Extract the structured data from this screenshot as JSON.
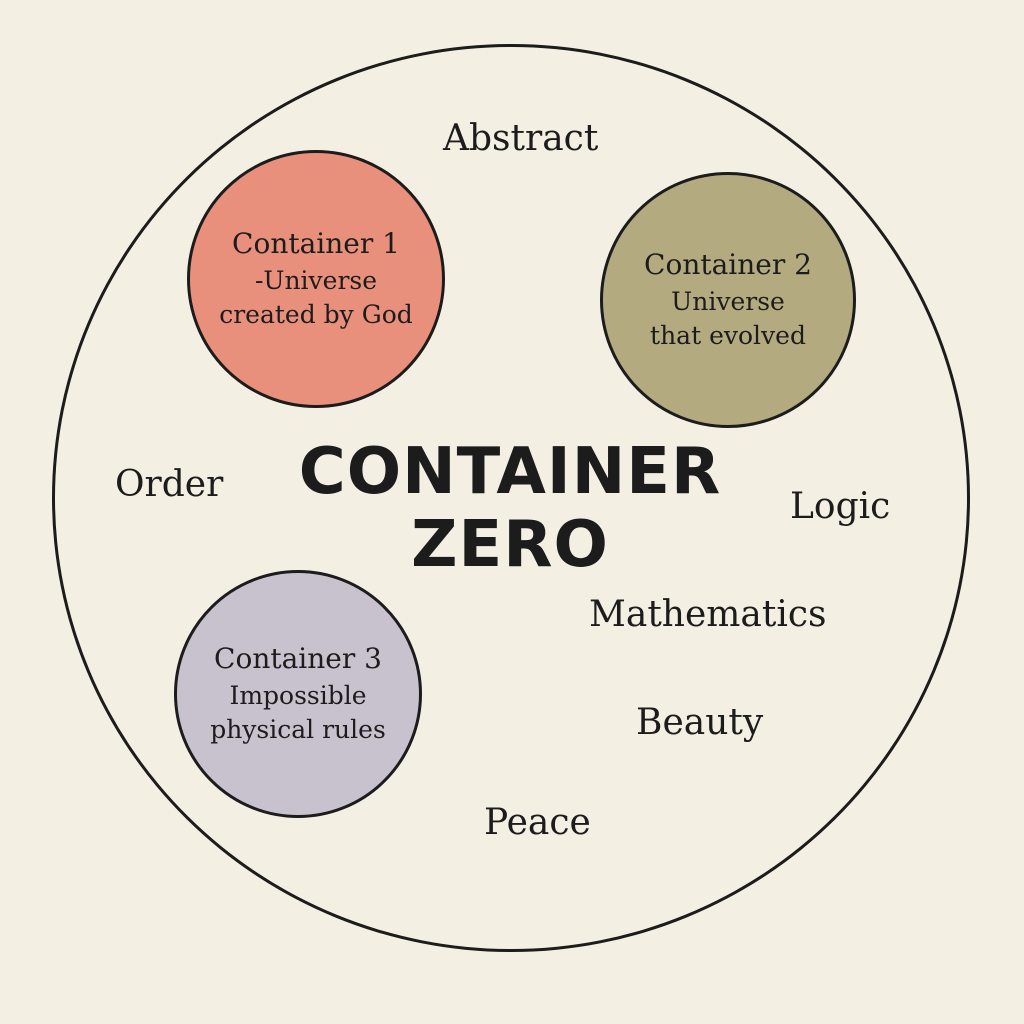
{
  "colors": {
    "background": "#f4efe3",
    "outline": "#1c1c1c",
    "container_1_fill": "#e8907c",
    "container_2_fill": "#b3ab7f",
    "container_3_fill": "#c8c2cf"
  },
  "main": {
    "title_line_1": "CONTAINER",
    "title_line_2": "ZERO"
  },
  "containers": [
    {
      "title": "Container 1",
      "line_1": "-Universe",
      "line_2": "created by God"
    },
    {
      "title": "Container 2",
      "line_1": "Universe",
      "line_2": "that evolved"
    },
    {
      "title": "Container 3",
      "line_1": "Impossible",
      "line_2": "physical rules"
    }
  ],
  "concepts": {
    "abstract": "Abstract",
    "order": "Order",
    "logic": "Logic",
    "mathematics": "Mathematics",
    "beauty": "Beauty",
    "peace": "Peace"
  }
}
